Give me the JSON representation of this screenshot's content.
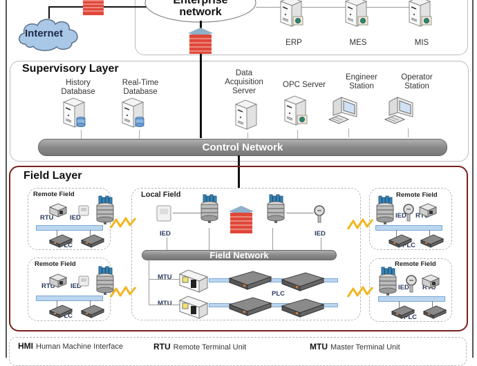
{
  "enterprise": {
    "network_label_line1": "Enterprise",
    "network_label_line2": "network",
    "internet_label": "Internet",
    "servers": [
      {
        "label": "ERP"
      },
      {
        "label": "MES"
      },
      {
        "label": "MIS"
      }
    ]
  },
  "supervisory": {
    "title": "Supervisory Layer",
    "nodes": [
      {
        "label_line1": "History",
        "label_line2": "Database"
      },
      {
        "label_line1": "Real-Time",
        "label_line2": "Database"
      },
      {
        "label_line1": "Data",
        "label_line2": "Acquisition",
        "label_line3": "Server"
      },
      {
        "label_line1": "OPC Server"
      },
      {
        "label_line1": "Engineer",
        "label_line2": "Station"
      },
      {
        "label_line1": "Operator",
        "label_line2": "Station"
      }
    ],
    "network_label": "Control Network"
  },
  "field": {
    "title": "Field Layer",
    "remote_field_title": "Remote Field",
    "local_field_title": "Local Field",
    "network_label": "Field Network",
    "labels": {
      "rtu": "RTU",
      "ied": "IED",
      "plc": "PLC",
      "mtu": "MTU"
    }
  },
  "legend": [
    {
      "abbr": "HMI",
      "text": "Human Machine Interface"
    },
    {
      "abbr": "RTU",
      "text": "Remote Terminal Unit"
    },
    {
      "abbr": "MTU",
      "text": "Master Terminal Unit"
    }
  ],
  "colors": {
    "field_border": "#7a1e1e",
    "firewall": "#e0483a",
    "pipe": "#8f8f8f",
    "cloud": "#a9c8e8",
    "lightning": "#f2b51e"
  }
}
